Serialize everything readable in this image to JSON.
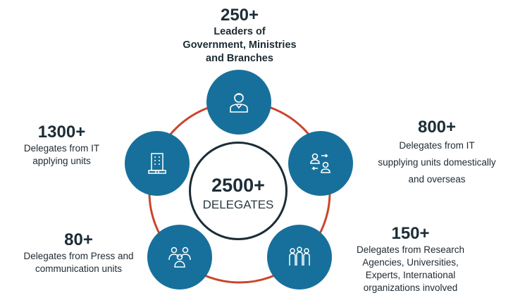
{
  "center": {
    "value": "2500+",
    "label": "DELEGATES"
  },
  "groups": [
    {
      "id": "leaders",
      "value": "250+",
      "lines": [
        "Leaders of",
        "Government, Ministries",
        "and Branches"
      ],
      "icon": "leader-icon"
    },
    {
      "id": "it-supplying",
      "value": "800+",
      "lines": [
        "Delegates from IT",
        "supplying units domestically",
        "and overseas"
      ],
      "icon": "exchange-people-icon"
    },
    {
      "id": "research",
      "value": "150+",
      "lines": [
        "Delegates from Research",
        "Agencies, Universities,",
        "Experts, International",
        "organizations involved"
      ],
      "icon": "group-icon"
    },
    {
      "id": "press",
      "value": "80+",
      "lines": [
        "Delegates from Press and",
        "communication units"
      ],
      "icon": "team-icon"
    },
    {
      "id": "it-applying",
      "value": "1300+",
      "lines": [
        "Delegates from IT",
        "applying units"
      ],
      "icon": "building-icon"
    }
  ],
  "colors": {
    "node": "#17709b",
    "ring": "#c8462a",
    "text": "#1c2d36"
  }
}
